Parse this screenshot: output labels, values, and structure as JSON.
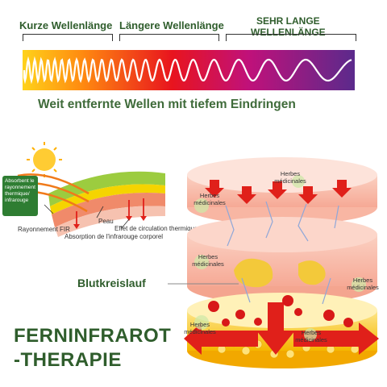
{
  "header": {
    "short_label": "Kurze Wellenlänge",
    "longer_label": "Längere Wellenlänge",
    "very_long_line1": "SEHR LANGE",
    "very_long_line2": "WELLENLÄNGE"
  },
  "subtitle": "Weit entfernte Wellen mit tiefem Eindringen",
  "skin_diagram": {
    "box_label": "Absorbent le rayonnement thermique/ infrarouge",
    "peau": "Peau",
    "rayonnement": "Rayonnement FIR",
    "effet": "Effet de circulation thermique",
    "absorption": "Absorption de l'infrarouge corporel"
  },
  "tissue": {
    "herbes": "Herbes médicinales",
    "blood_label": "Blutkreislauf"
  },
  "title": {
    "line1": "FERNINFRAROT",
    "line2": "-THERAPIE"
  },
  "colors": {
    "green_text": "#2f5d2c",
    "spectrum_start": "#ffd21a",
    "spectrum_mid": "#e8141e",
    "spectrum_end": "#5b2a8c",
    "arrow_red": "#e0201a"
  }
}
